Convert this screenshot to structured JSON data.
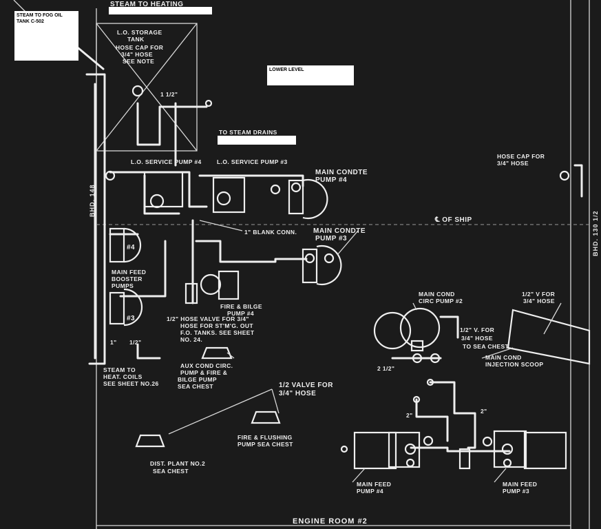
{
  "labels": {
    "steam_to_heating": "STEAM TO HEATING",
    "lo_storage_tank_1": "L.O. STORAGE",
    "lo_storage_tank_2": "TANK",
    "hose_cap_1": "HOSE CAP FOR",
    "hose_cap_2": "3/4\" HOSE",
    "hose_cap_3": "SEE NOTE",
    "to_steam_drains": "TO STEAM DRAINS",
    "lo_service_pump_4": "L.O. SERVICE PUMP #4",
    "lo_service_pump_3": "L.O. SERVICE PUMP #3",
    "main_condte_pump_4_1": "MAIN CONDTE",
    "main_condte_pump_4_2": "PUMP #4",
    "hose_cap_right_1": "HOSE CAP FOR",
    "hose_cap_right_2": "3/4\" HOSE",
    "bhd_148": "BHD. 148",
    "bhd_130": "BHD. 130 1/2",
    "centerline": "℄ OF SHIP",
    "blank_conn": "1\" BLANK CONN.",
    "main_condte_pump_3_1": "MAIN CONDTE",
    "main_condte_pump_3_2": "PUMP #3",
    "booster_no4": "#4",
    "booster_no3": "#3",
    "main_feed_booster_1": "MAIN FEED",
    "main_feed_booster_2": "BOOSTER",
    "main_feed_booster_3": "PUMPS",
    "fire_bilge_pump_1": "FIRE & BILGE",
    "fire_bilge_pump_2": "PUMP #4",
    "hose_valve_note_1": "1/2\" HOSE VALVE FOR 3/4\"",
    "hose_valve_note_2": "HOSE FOR ST'M'G. OUT",
    "hose_valve_note_3": "F.O. TANKS. SEE SHEET",
    "hose_valve_note_4": "NO. 24.",
    "steam_heat_coils_1": "STEAM TO",
    "steam_heat_coils_2": "HEAT. COILS",
    "steam_heat_coils_3": "SEE SHEET NO.26",
    "aux_cond_1": "AUX COND CIRC.",
    "aux_cond_2": "PUMP & FIRE &",
    "aux_cond_3": "BILGE PUMP",
    "aux_cond_4": "SEA CHEST",
    "valve_3_4_hose_1": "1/2 VALVE FOR",
    "valve_3_4_hose_2": "3/4\" HOSE",
    "main_cond_circ_1": "MAIN COND",
    "main_cond_circ_2": "CIRC PUMP #2",
    "v_hose_sea_chest_1": "1/2\" V. FOR",
    "v_hose_sea_chest_2": "3/4\" HOSE",
    "v_hose_sea_chest_3": "TO SEA CHEST",
    "v_for_hose_1": "1/2\" V FOR",
    "v_for_hose_2": "3/4\" HOSE",
    "main_cond_scoop_1": "MAIN COND",
    "main_cond_scoop_2": "INJECTION SCOOP",
    "fire_flushing_1": "FIRE & FLUSHING",
    "fire_flushing_2": "PUMP SEA CHEST",
    "dist_plant_1": "DIST. PLANT NO.2",
    "dist_plant_2": "SEA CHEST",
    "main_feed_pump_4_1": "MAIN FEED",
    "main_feed_pump_4_2": "PUMP #4",
    "main_feed_pump_3_1": "MAIN FEED",
    "main_feed_pump_3_2": "PUMP #3",
    "engine_room": "ENGINE ROOM #2",
    "size_two_inch_a": "2\"",
    "size_two_inch_b": "2\"",
    "size_one_inch": "1\"",
    "size_half_inch": "1/2\"",
    "size_two_half": "2 1/2\"",
    "size_one_half": "1 1/2\""
  },
  "boxes": {
    "steam_to_fog_oil_1": "STEAM TO FOG OIL",
    "steam_to_fog_oil_2": "TANK   C-502",
    "lower_level": "LOWER LEVEL"
  },
  "colors": {
    "background": "#1b1b1b",
    "line": "#eeeeee",
    "box": "#ffffff"
  }
}
